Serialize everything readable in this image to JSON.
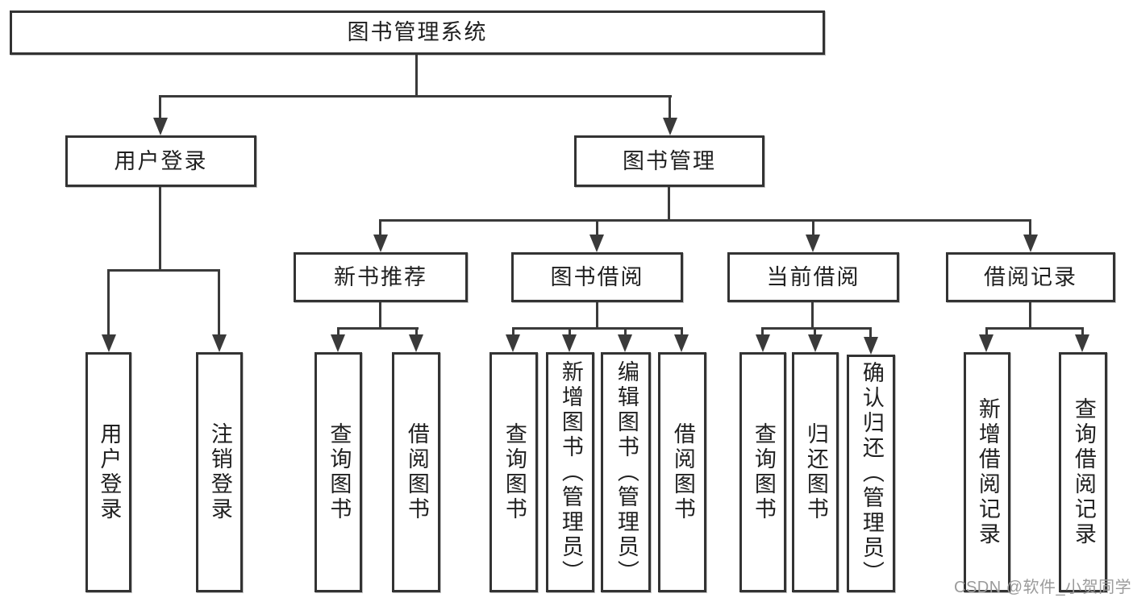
{
  "tree": {
    "root": {
      "label": "图书管理系统",
      "children": [
        {
          "label": "用户登录",
          "children": [
            {
              "label": "用户登录"
            },
            {
              "label": "注销登录"
            }
          ]
        },
        {
          "label": "图书管理",
          "children": [
            {
              "label": "新书推荐",
              "children": [
                {
                  "label": "查询图书"
                },
                {
                  "label": "借阅图书"
                }
              ]
            },
            {
              "label": "图书借阅",
              "children": [
                {
                  "label": "查询图书"
                },
                {
                  "label": "新增图书（管理员）"
                },
                {
                  "label": "编辑图书（管理员）"
                },
                {
                  "label": "借阅图书"
                }
              ]
            },
            {
              "label": "当前借阅",
              "children": [
                {
                  "label": "查询图书"
                },
                {
                  "label": "归还图书"
                },
                {
                  "label": "确认归还（管理员）"
                }
              ]
            },
            {
              "label": "借阅记录",
              "children": [
                {
                  "label": "新增借阅记录"
                },
                {
                  "label": "查询借阅记录"
                }
              ]
            }
          ]
        }
      ]
    }
  },
  "watermark": {
    "text": "CSDN @软件_小贺同学"
  },
  "colors": {
    "line": "#3a3a3a",
    "border": "#333333",
    "text": "#1f1f1f",
    "watermark": "#9b9b9b",
    "background": "#ffffff"
  }
}
